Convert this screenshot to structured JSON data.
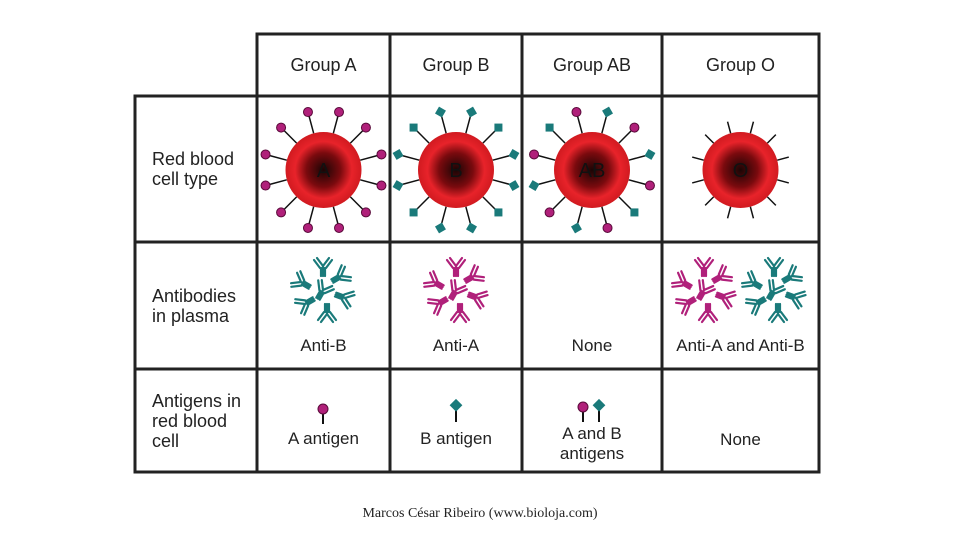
{
  "columns": [
    "Group A",
    "Group B",
    "Group AB",
    "Group O"
  ],
  "rows": {
    "red_blood_cell": {
      "label": "Red blood\ncell type",
      "cell_letters": [
        "A",
        "B",
        "AB",
        "O"
      ]
    },
    "antibodies": {
      "label": "Antibodies\nin plasma",
      "values": [
        "Anti-B",
        "Anti-A",
        "None",
        "Anti-A and Anti-B"
      ]
    },
    "antigens": {
      "label": "Antigens in\nred blood\ncell",
      "values": [
        "A antigen",
        "B antigen",
        "A and B\nantigens",
        "None"
      ]
    }
  },
  "colors": {
    "cell_red": "#e8232a",
    "cell_dark": "#1a0505",
    "antigen_a": "#b0207a",
    "antigen_b": "#1a7a7a",
    "grid": "#222222"
  },
  "icons": {
    "antigen_a": "circle-antigen-icon",
    "antigen_b": "diamond-antigen-icon",
    "antibody": "y-antibody-icon"
  },
  "credit": "Marcos César Ribeiro (www.bioloja.com)"
}
